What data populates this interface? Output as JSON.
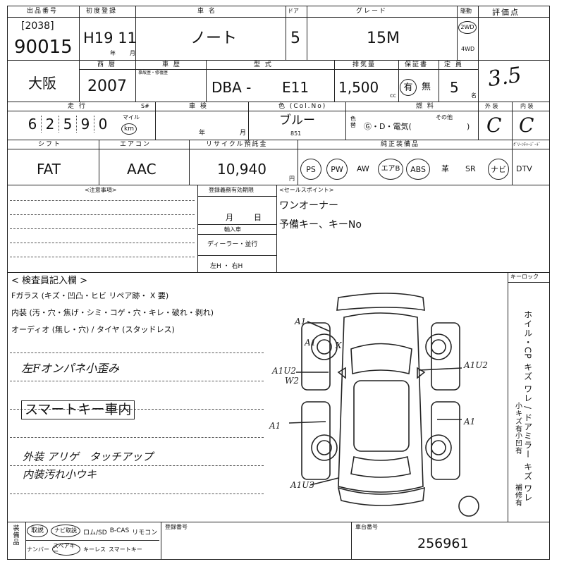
{
  "header": {
    "lot_no_label": "出品番号",
    "lot_bracket": "[2038]",
    "lot_no": "90015",
    "first_reg_label": "初度登録",
    "first_reg": "H19 11",
    "era_year_label": "年",
    "month_label": "月",
    "model_label": "車 名",
    "model": "ノート",
    "door_label": "ドア",
    "doors": "5",
    "grade_label": "グレード",
    "grade": "15M",
    "drive_label": "駆動",
    "drive_2wd": "2WD",
    "drive_4wd": "4WD",
    "score_label": "評価点",
    "score": "3.5"
  },
  "row2": {
    "region": "大阪",
    "year_label": "西 暦",
    "year": "2007",
    "history_label": "車 歴",
    "history_sub": "事故歴・修復歴",
    "type_label": "型 式",
    "type_prefix": "DBA -",
    "type_code": "E11",
    "displacement_label": "排気量",
    "displacement": "1,500",
    "cc": "cc",
    "warranty_label": "保証書",
    "warranty_yes": "有",
    "warranty_no": "無",
    "capacity_label": "定 員",
    "capacity": "5",
    "capacity_unit": "名"
  },
  "row3": {
    "mileage_label": "走 行",
    "mileage_digits": [
      "6",
      "2",
      "5",
      "9",
      "0"
    ],
    "mile_label": "マイル",
    "km_label": "km",
    "sn_label": "S#",
    "inspection_label": "車 検",
    "year_unit": "年",
    "month_unit": "月",
    "color_label": "色 (Col.No)",
    "color": "ブルー",
    "color_no": "851",
    "color_change_label": "色替",
    "fuel_label": "燃 料",
    "fuel_options": "Ⓖ・D・電気(",
    "fuel_other": "その他",
    "exterior_label": "外 装",
    "interior_label": "内 装",
    "exterior_grade": "C",
    "interior_grade": "C"
  },
  "row4": {
    "shift_label": "シフト",
    "shift": "FAT",
    "aircon_label": "エアコン",
    "aircon": "AAC",
    "recycle_label": "リサイクル預託金",
    "recycle": "10,940",
    "yen": "円",
    "equipment_label": "純正装備品",
    "equipment": [
      "PS",
      "PW",
      "AW",
      "エアB",
      "ABS",
      "革",
      "SR",
      "ナビ",
      "DTV"
    ],
    "warranty_card_label": "ｸﾞﾘｰﾝﾁｬｰｼﾞｰﾄﾞ"
  },
  "notes": {
    "caution_label": "<注意事項>",
    "reg_label": "登録義務有効期限",
    "reg_month": "月",
    "reg_day": "日",
    "import_label": "輸入車",
    "import_value": "ディーラー・並行",
    "steering_value": "左H ・ 右H",
    "sales_label": "<セールスポイント>",
    "sales_line1": "ワンオーナー",
    "sales_line2": "予備キー、キーNo"
  },
  "inspection": {
    "title": "< 検査員記入欄 >",
    "glass_line": "Fガラス (キズ・凹凸・ヒビ リペア跡・ X 要)",
    "interior_line": "内装 (汚・穴・焦げ・シミ・コゲ・穴・キレ・破れ・剥れ)",
    "audio_line": "オーディオ (無し・穴) / タイヤ (スタッドレス)",
    "hand1": "左Fオンパネ小歪み",
    "hand_boxed": "スマートキー車内",
    "hand2": "外装 アリゲ　タッチアップ",
    "hand3": "内装汚れ小ウキ",
    "keylock_label": "キーロック",
    "side_text": "ホイル・CP キズ ワレ / ドアミラー キズ ワレ",
    "side_small": "小キズ有",
    "side_small2": "小凹有",
    "side_cover": "補修有",
    "diagram_marks": [
      "A1",
      "A1",
      "A1U2",
      "W2",
      "A1U2",
      "A1",
      "A1",
      "A1U3",
      "X"
    ]
  },
  "footer": {
    "ship_label": "装備品",
    "items_row1": [
      "取説",
      "ナビ取説",
      "ロム/SD",
      "B-CAS",
      "リモコン"
    ],
    "items_row2": [
      "ナンバー",
      "スペアキー",
      "キーレス",
      "スマートキー"
    ],
    "reg_no_label": "登録番号",
    "vin_label": "車台番号",
    "vin": "256961"
  }
}
